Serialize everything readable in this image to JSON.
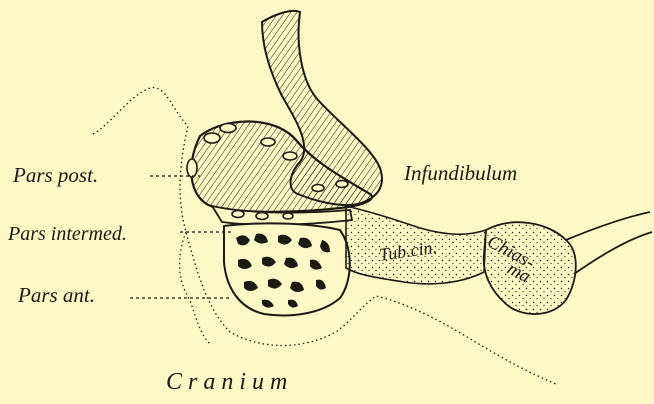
{
  "labels": {
    "pars_post": "Pars post.",
    "pars_intermed": "Pars intermed.",
    "pars_ant": "Pars ant.",
    "infundibulum": "Infundibulum",
    "tub_cin": "Tub.cin.",
    "chiasma_line1": "Chias-",
    "chiasma_line2": "ma",
    "cranium": "Cranium"
  },
  "colors": {
    "background": "#fdf8c6",
    "ink": "#1d1a12"
  }
}
